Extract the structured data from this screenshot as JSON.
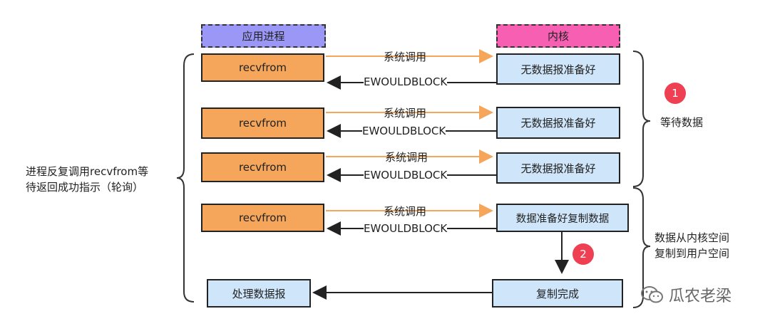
{
  "headers": {
    "app": "应用进程",
    "kernel": "内核"
  },
  "rows": [
    {
      "app": "recvfrom",
      "kernel": "无数据报准备好",
      "call": "系统调用",
      "reply": "EWOULDBLOCK"
    },
    {
      "app": "recvfrom",
      "kernel": "无数据报准备好",
      "call": "系统调用",
      "reply": "EWOULDBLOCK"
    },
    {
      "app": "recvfrom",
      "kernel": "无数据报准备好",
      "call": "系统调用",
      "reply": "EWOULDBLOCK"
    },
    {
      "app": "recvfrom",
      "kernel": "数据准备好复制数据",
      "call": "系统调用",
      "reply": "EWOULDBLOCK"
    }
  ],
  "final": {
    "app": "处理数据报",
    "kernel": "复制完成"
  },
  "left_label": [
    "进程反复调用recvfrom等",
    "待返回成功指示（轮询）"
  ],
  "phases": [
    {
      "number": "1",
      "label": [
        "等待数据"
      ]
    },
    {
      "number": "2",
      "label": [
        "数据从内核空间",
        "复制到用户空间"
      ]
    }
  ],
  "watermark": "瓜农老梁",
  "colors": {
    "app_header": "#9b97f7",
    "kernel_header": "#f65fb2",
    "app_box": "#f5a65a",
    "kernel_box": "#cfe6fa",
    "call_arrow": "#f5a65a",
    "badge": "#ef3f52"
  }
}
